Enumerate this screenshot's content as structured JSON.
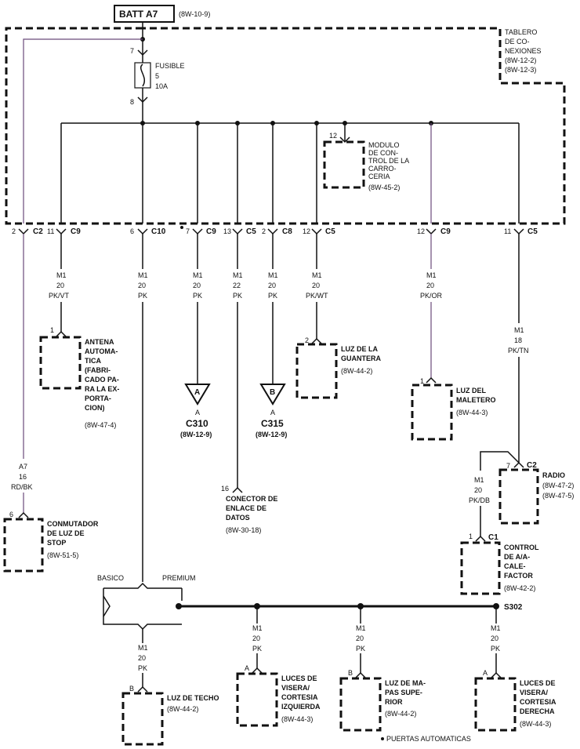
{
  "batt": {
    "label": "BATT A7",
    "ref": "(8W-10-9)"
  },
  "panel": {
    "lines": [
      "TABLERO",
      "DE CO-",
      "NEXIONES",
      "(8W-12-2)",
      "(8W-12-3)"
    ]
  },
  "fuse": {
    "pin_in": "7",
    "pin_out": "8",
    "label": "FUSIBLE",
    "number": "5",
    "rating": "10A"
  },
  "bcm": {
    "pin": "12",
    "lines": [
      "MODULO",
      "DE CON-",
      "TROL DE LA",
      "CARRO-",
      "CERIA",
      "(8W-45-2)"
    ]
  },
  "connectors": [
    {
      "pin": "2",
      "name": "C2"
    },
    {
      "pin": "11",
      "name": "C9"
    },
    {
      "pin": "6",
      "name": "C10"
    },
    {
      "pin": "7",
      "name": "C9"
    },
    {
      "pin": "13",
      "name": "C5"
    },
    {
      "pin": "2",
      "name": "C8"
    },
    {
      "pin": "12",
      "name": "C5"
    },
    {
      "pin": "12",
      "name": "C9"
    },
    {
      "pin": "11",
      "name": "C5"
    }
  ],
  "wires": [
    {
      "circuit": "M1",
      "gauge": "20",
      "color": "PK/VT"
    },
    {
      "circuit": "M1",
      "gauge": "20",
      "color": "PK"
    },
    {
      "circuit": "M1",
      "gauge": "20",
      "color": "PK"
    },
    {
      "circuit": "M1",
      "gauge": "22",
      "color": "PK"
    },
    {
      "circuit": "M1",
      "gauge": "20",
      "color": "PK"
    },
    {
      "circuit": "M1",
      "gauge": "20",
      "color": "PK/WT"
    },
    {
      "circuit": "M1",
      "gauge": "20",
      "color": "PK/OR"
    },
    {
      "circuit": "M1",
      "gauge": "18",
      "color": "PK/TN"
    },
    {
      "circuit": "A7",
      "gauge": "16",
      "color": "RD/BK"
    },
    {
      "circuit": "M1",
      "gauge": "20",
      "color": "PK/DB"
    },
    {
      "circuit": "M1",
      "gauge": "20",
      "color": "PK"
    },
    {
      "circuit": "M1",
      "gauge": "20",
      "color": "PK"
    },
    {
      "circuit": "M1",
      "gauge": "20",
      "color": "PK"
    },
    {
      "circuit": "M1",
      "gauge": "20",
      "color": "PK"
    }
  ],
  "antenna": {
    "pin": "1",
    "lines": [
      "ANTENA",
      "AUTOMA-",
      "TICA",
      "(FABRI-",
      "CADO PA-",
      "RA LA EX-",
      "PORTA-",
      "CION)",
      "(8W-47-4)"
    ]
  },
  "splices": [
    {
      "letter": "A",
      "pin": "A",
      "name": "C310",
      "ref": "(8W-12-9)"
    },
    {
      "letter": "B",
      "pin": "A",
      "name": "C315",
      "ref": "(8W-12-9)"
    }
  ],
  "glovebox": {
    "pin": "2",
    "lines": [
      "LUZ DE LA",
      "GUANTERA",
      "(8W-44-2)"
    ]
  },
  "trunk": {
    "pin": "1",
    "lines": [
      "LUZ DEL",
      "MALETERO",
      "(8W-44-3)"
    ]
  },
  "radio": {
    "pin": "7",
    "conn": "C2",
    "lines": [
      "RADIO",
      "(8W-47-2)",
      "(8W-47-5)"
    ]
  },
  "ac": {
    "pin": "1",
    "conn": "C1",
    "lines": [
      "CONTROL",
      "DE A/A-",
      "CALE-",
      "FACTOR",
      "(8W-42-2)"
    ]
  },
  "stop": {
    "pin": "6",
    "lines": [
      "CONMUTADOR",
      "DE LUZ DE",
      "STOP",
      "(8W-51-5)"
    ]
  },
  "dlc": {
    "pin": "16",
    "lines": [
      "CONECTOR DE",
      "ENLACE DE",
      "DATOS",
      "(8W-30-18)"
    ]
  },
  "variants": {
    "basic": "BASICO",
    "premium": "PREMIUM"
  },
  "splice_main": "S302",
  "dome": {
    "pin": "B",
    "lines": [
      "LUZ DE TECHO",
      "(8W-44-2)"
    ]
  },
  "visor_left": {
    "pin": "A",
    "lines": [
      "LUCES DE",
      "VISERA/",
      "CORTESIA",
      "IZQUIERDA",
      "(8W-44-3)"
    ]
  },
  "map": {
    "pin": "B",
    "lines": [
      "LUZ DE MA-",
      "PAS SUPE-",
      "RIOR",
      "(8W-44-2)"
    ]
  },
  "visor_right": {
    "pin": "A",
    "lines": [
      "LUCES DE",
      "VISERA/",
      "CORTESIA",
      "DERECHA",
      "(8W-44-3)"
    ]
  },
  "footnote": "PUERTAS AUTOMATICAS"
}
